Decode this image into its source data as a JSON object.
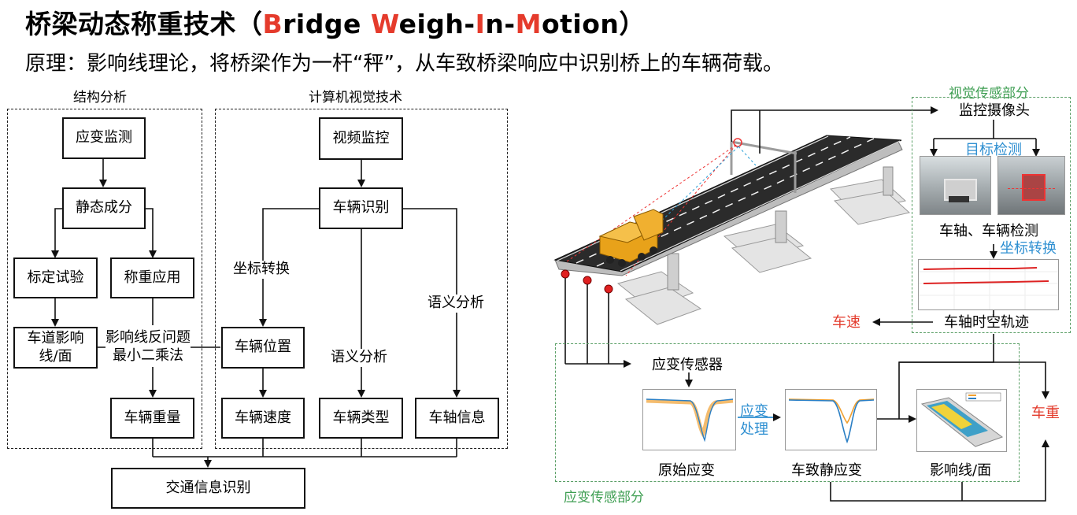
{
  "header": {
    "title_cn": "桥梁动态称重技术（",
    "title_en": [
      {
        "text": "B",
        "accent": true
      },
      {
        "text": "ridge ",
        "accent": false
      },
      {
        "text": "W",
        "accent": true
      },
      {
        "text": "eigh-",
        "accent": false
      },
      {
        "text": "I",
        "accent": true
      },
      {
        "text": "n-",
        "accent": false
      },
      {
        "text": "M",
        "accent": true
      },
      {
        "text": "otion",
        "accent": false
      }
    ],
    "title_close": "）",
    "subtitle": "原理：影响线理论，将桥梁作为一杆“秤”，从车致桥梁响应中识别桥上的车辆荷载。"
  },
  "structural": {
    "label": "结构分析",
    "strain_monitoring": "应变监测",
    "static_component": "静态成分",
    "calibration_test": "标定试验",
    "weighing_app": "称重应用",
    "lane_influence": "车道影响\n线/面",
    "inverse_problem": "影响线反问题\n最小二乘法",
    "vehicle_weight": "车辆重量"
  },
  "vision": {
    "label": "计算机视觉技术",
    "video_monitoring": "视频监控",
    "vehicle_recognition": "车辆识别",
    "coord_transform": "坐标转换",
    "semantic_analysis_mid": "语义分析",
    "semantic_analysis_right": "语义分析",
    "vehicle_position": "车辆位置",
    "vehicle_speed": "车辆速度",
    "vehicle_type": "车辆类型",
    "axle_info": "车轴信息"
  },
  "traffic_info": "交通信息识别",
  "right_panel": {
    "vision_part": "视觉传感部分",
    "camera": "监控摄像头",
    "target_detection": "目标检测",
    "axle_detection": "车轴、车辆检测",
    "coord_transform": "坐标转换",
    "vehicle_speed": "车速",
    "axle_trajectory": "车轴时空轨迹",
    "strain_part": "应变传感部分",
    "strain_sensor": "应变传感器",
    "strain_processing": "应变\n处理",
    "raw_strain": "原始应变",
    "static_strain": "车致静应变",
    "influence_surface": "影响线/面",
    "vehicle_weight": "车重"
  },
  "colors": {
    "accent_red": "#e53b2c",
    "green": "#3e9e52",
    "blue": "#2e8fd1",
    "deck": "#2b2b2b",
    "pier": "#e6e6e6",
    "truck": "#e8a21a"
  }
}
